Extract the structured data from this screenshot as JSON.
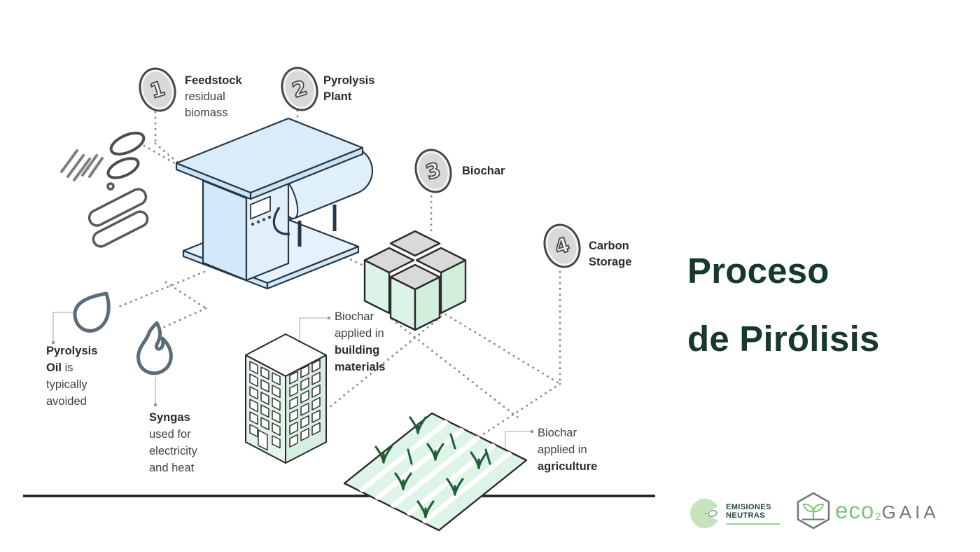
{
  "slide": {
    "title_line1": "Proceso",
    "title_line2": "de Pirólisis"
  },
  "diagram": {
    "steps": [
      {
        "number": "1",
        "label": "Feedstock",
        "sublabel": "residual biomass"
      },
      {
        "number": "2",
        "label": "Pyrolysis Plant"
      },
      {
        "number": "3",
        "label": "Biochar"
      },
      {
        "number": "4",
        "label": "Carbon Storage"
      }
    ],
    "notes": {
      "oil_bold": "Pyrolysis Oil",
      "oil_rest": " is typically avoided",
      "syngas_bold": "Syngas",
      "syngas_rest": " used for electricity and heat",
      "building_pre": "Biochar applied in ",
      "building_bold": "building materials",
      "agriculture_pre": "Biochar applied in ",
      "agriculture_bold": "agriculture"
    },
    "icons": {
      "grass-icon": "straw strokes",
      "leaves-icon": "leaf outlines",
      "logs-icon": "wood logs",
      "pyrolysis-plant-icon": "isometric pyrolysis machine",
      "biochar-cubes-icon": "four biochar cubes",
      "building-icon": "isometric building",
      "field-icon": "planted field",
      "oil-drop-icon": "oil droplet",
      "flame-icon": "syngas flame"
    }
  },
  "footer": {
    "emisiones_line1": "EMISIONES",
    "emisiones_line2": "NEUTRAS",
    "ecogaia_eco": "eco",
    "ecogaia_sub": "2",
    "ecogaia_gaia": "GAIA"
  },
  "colors": {
    "title": "#16382f",
    "plant_blue": "#dcedf9",
    "mint": "#ddf4e6",
    "cube_grey": "#d9d9d9",
    "badge_grey": "#d9d9d9",
    "ground": "#1c1c1c",
    "dots": "#8f8f8f",
    "logo_green": "#7fc67b",
    "logo_grey": "#73787a",
    "emisiones_green": "#c5e3bd",
    "emisiones_text": "#1a4434"
  }
}
